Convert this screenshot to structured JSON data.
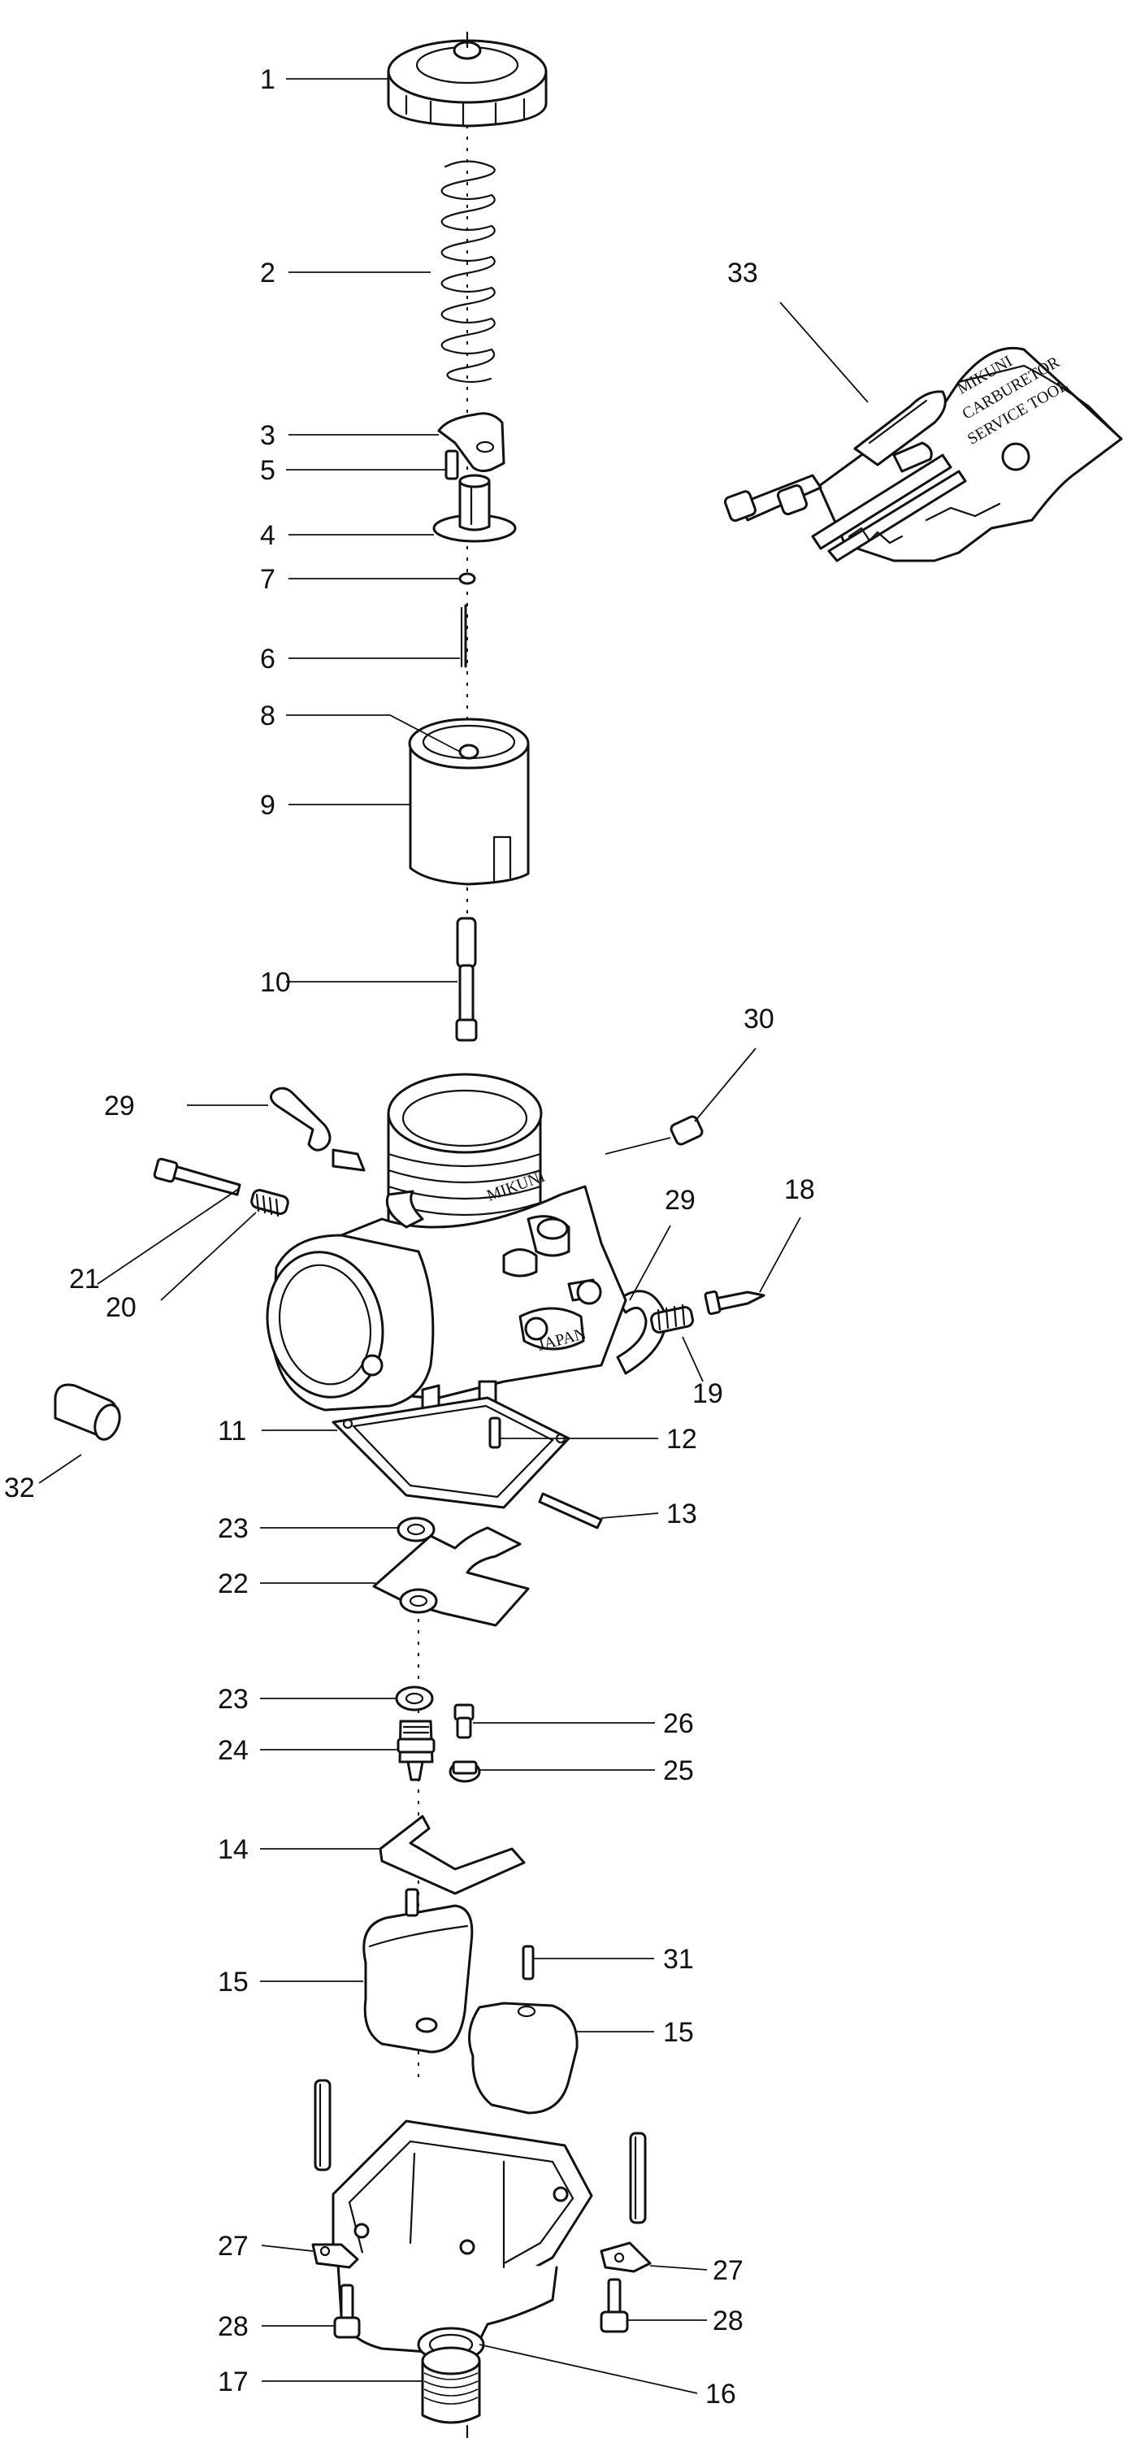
{
  "callouts": {
    "c1": "1",
    "c2": "2",
    "c3": "3",
    "c4": "4",
    "c5": "5",
    "c6": "6",
    "c7": "7",
    "c8": "8",
    "c9": "9",
    "c10": "10",
    "c11": "11",
    "c12": "12",
    "c13": "13",
    "c14": "14",
    "c15a": "15",
    "c15b": "15",
    "c16": "16",
    "c17": "17",
    "c18": "18",
    "c19": "19",
    "c20": "20",
    "c21": "21",
    "c22": "22",
    "c23a": "23",
    "c23b": "23",
    "c24": "24",
    "c25": "25",
    "c26": "26",
    "c27a": "27",
    "c27b": "27",
    "c28a": "28",
    "c28b": "28",
    "c29a": "29",
    "c29b": "29",
    "c30": "30",
    "c31": "31",
    "c32": "32",
    "c33": "33"
  },
  "tool_kit": {
    "line1": "MIKUNI",
    "line2": "CARBURETOR",
    "line3": "SERVICE TOOL"
  },
  "body_marking": {
    "m1": "MIKUNI",
    "m2": "JAPAN"
  }
}
